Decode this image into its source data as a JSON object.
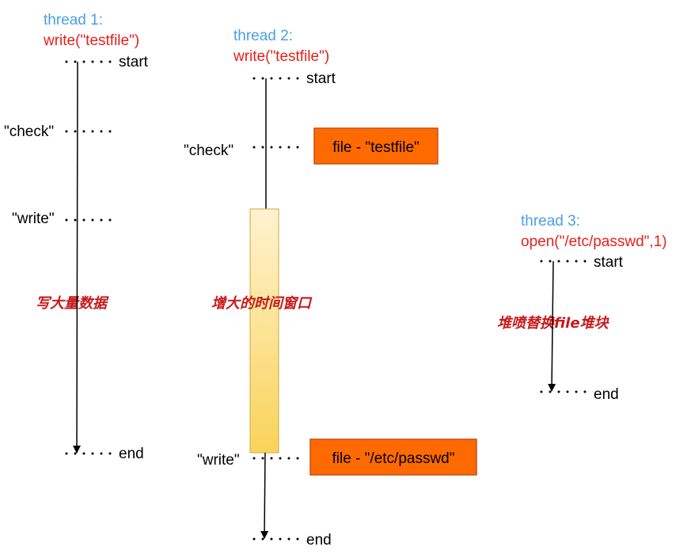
{
  "thread1": {
    "title": "thread 1:",
    "call": "write(\"testfile\")",
    "start": "start",
    "check": "\"check\"",
    "write": "\"write\"",
    "note": "写大量数据",
    "end": "end"
  },
  "thread2": {
    "title": "thread 2:",
    "call": "write(\"testfile\")",
    "start": "start",
    "check": "\"check\"",
    "check_box": "file - \"testfile\"",
    "window_note": "增大的时间窗口",
    "write": "\"write\"",
    "write_box": "file - \"/etc/passwd\"",
    "end": "end"
  },
  "thread3": {
    "title": "thread 3:",
    "call": "open(\"/etc/passwd\",1)",
    "start": "start",
    "note": "堆喷替换file堆块",
    "end": "end"
  },
  "colors": {
    "title_blue": "#4a9eea",
    "call_red": "#e8201a",
    "note_red": "#c8191b",
    "box_orange": "#ff6a00",
    "box_border": "#c0501a",
    "window_gradient_top": "#fff1cc",
    "window_gradient_bottom": "#f9d45a"
  }
}
